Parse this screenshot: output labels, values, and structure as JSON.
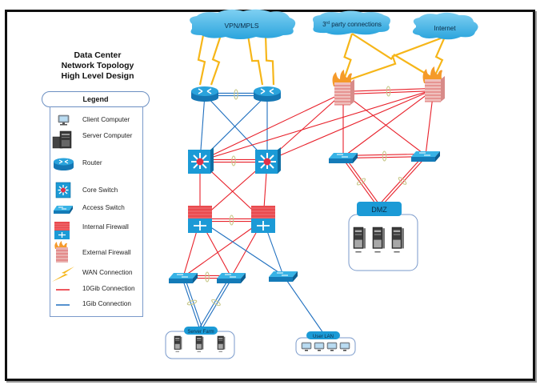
{
  "title": {
    "line1": "Data Center",
    "line2": "Network Topology",
    "line3": "High Level Design"
  },
  "legend": {
    "heading": "Legend",
    "items": [
      {
        "icon": "client-computer-icon",
        "label": "Client Computer"
      },
      {
        "icon": "server-computer-icon",
        "label": "Server Computer"
      },
      {
        "icon": "router-icon",
        "label": "Router"
      },
      {
        "icon": "core-switch-icon",
        "label": "Core Switch"
      },
      {
        "icon": "access-switch-icon",
        "label": "Access Switch"
      },
      {
        "icon": "internal-firewall-icon",
        "label": "Internal Firewall"
      },
      {
        "icon": "external-firewall-icon",
        "label": "External Firewall"
      },
      {
        "icon": "wan-connection-icon",
        "label": "WAN Connection"
      },
      {
        "icon": "10gib-line-icon",
        "label": "10Gib Connection"
      },
      {
        "icon": "1gib-line-icon",
        "label": "1Gib Connection"
      }
    ]
  },
  "colors": {
    "link_10gib": "#e8202a",
    "link_1gib": "#1f6fbf",
    "wan": "#f6b619",
    "device_blue": "#1b9ad6",
    "cloud": "#3fb3e6",
    "firewall_red": "#e94a4f",
    "lag_ring": "#c8c88a"
  },
  "clouds": [
    {
      "id": "vpn",
      "label": "VPN/MPLS"
    },
    {
      "id": "third",
      "label_prefix": "3",
      "label_sup": "rd",
      "label_rest": " party connections"
    },
    {
      "id": "internet",
      "label": "Internet"
    }
  ],
  "groups": {
    "dmz": {
      "label": "DMZ",
      "server_count": 3
    },
    "server_farm": {
      "label": "Server Farm",
      "server_count": 3
    },
    "user_lan": {
      "label": "User LAN",
      "client_count": 4
    }
  },
  "devices": [
    {
      "id": "r1",
      "type": "router"
    },
    {
      "id": "r2",
      "type": "router"
    },
    {
      "id": "cs1",
      "type": "core-switch"
    },
    {
      "id": "cs2",
      "type": "core-switch"
    },
    {
      "id": "if1",
      "type": "internal-firewall"
    },
    {
      "id": "if2",
      "type": "internal-firewall"
    },
    {
      "id": "ef1",
      "type": "external-firewall"
    },
    {
      "id": "ef2",
      "type": "external-firewall"
    },
    {
      "id": "dsw1",
      "type": "access-switch"
    },
    {
      "id": "dsw2",
      "type": "access-switch"
    },
    {
      "id": "as1",
      "type": "access-switch"
    },
    {
      "id": "as2",
      "type": "access-switch"
    },
    {
      "id": "as3",
      "type": "access-switch"
    }
  ],
  "links": [
    {
      "from": "r1",
      "to": "r2",
      "kind": "1gib",
      "lag": true
    },
    {
      "from": "r1",
      "to": "cs1",
      "kind": "1gib"
    },
    {
      "from": "r1",
      "to": "cs2",
      "kind": "1gib"
    },
    {
      "from": "r2",
      "to": "cs1",
      "kind": "1gib"
    },
    {
      "from": "r2",
      "to": "cs2",
      "kind": "1gib"
    },
    {
      "from": "cs1",
      "to": "cs2",
      "kind": "10gib",
      "lag": true
    },
    {
      "from": "cs1",
      "to": "ef1",
      "kind": "10gib"
    },
    {
      "from": "cs1",
      "to": "ef2",
      "kind": "10gib"
    },
    {
      "from": "cs2",
      "to": "ef1",
      "kind": "10gib"
    },
    {
      "from": "cs2",
      "to": "ef2",
      "kind": "10gib"
    },
    {
      "from": "cs1",
      "to": "if1",
      "kind": "10gib"
    },
    {
      "from": "cs1",
      "to": "if2",
      "kind": "10gib"
    },
    {
      "from": "cs2",
      "to": "if1",
      "kind": "10gib"
    },
    {
      "from": "cs2",
      "to": "if2",
      "kind": "10gib"
    },
    {
      "from": "if1",
      "to": "if2",
      "kind": "10gib",
      "lag": true
    },
    {
      "from": "ef1",
      "to": "ef2",
      "kind": "10gib",
      "lag": true
    },
    {
      "from": "ef1",
      "to": "dsw1",
      "kind": "10gib"
    },
    {
      "from": "ef1",
      "to": "dsw2",
      "kind": "10gib"
    },
    {
      "from": "ef2",
      "to": "dsw1",
      "kind": "10gib"
    },
    {
      "from": "ef2",
      "to": "dsw2",
      "kind": "10gib"
    },
    {
      "from": "dsw1",
      "to": "dsw2",
      "kind": "10gib",
      "lag": true
    },
    {
      "from": "dsw1",
      "to": "dmz",
      "kind": "10gib",
      "lag": true
    },
    {
      "from": "dsw2",
      "to": "dmz",
      "kind": "10gib",
      "lag": true
    },
    {
      "from": "if1",
      "to": "as1",
      "kind": "10gib"
    },
    {
      "from": "if1",
      "to": "as2",
      "kind": "10gib"
    },
    {
      "from": "if2",
      "to": "as1",
      "kind": "10gib"
    },
    {
      "from": "if2",
      "to": "as2",
      "kind": "10gib"
    },
    {
      "from": "as1",
      "to": "as2",
      "kind": "10gib",
      "lag": true
    },
    {
      "from": "if1",
      "to": "as3",
      "kind": "1gib"
    },
    {
      "from": "if2",
      "to": "as3",
      "kind": "1gib"
    },
    {
      "from": "as1",
      "to": "server_farm",
      "kind": "1gib",
      "lag": true
    },
    {
      "from": "as2",
      "to": "server_farm",
      "kind": "1gib",
      "lag": true
    },
    {
      "from": "as3",
      "to": "user_lan",
      "kind": "1gib"
    }
  ],
  "wan_links": [
    {
      "from": "vpn",
      "to": "r1"
    },
    {
      "from": "vpn",
      "to": "r1"
    },
    {
      "from": "vpn",
      "to": "r2"
    },
    {
      "from": "vpn",
      "to": "r2"
    },
    {
      "from": "third",
      "to": "ef1"
    },
    {
      "from": "third",
      "to": "ef2"
    },
    {
      "from": "internet",
      "to": "ef1"
    },
    {
      "from": "internet",
      "to": "ef2"
    }
  ]
}
